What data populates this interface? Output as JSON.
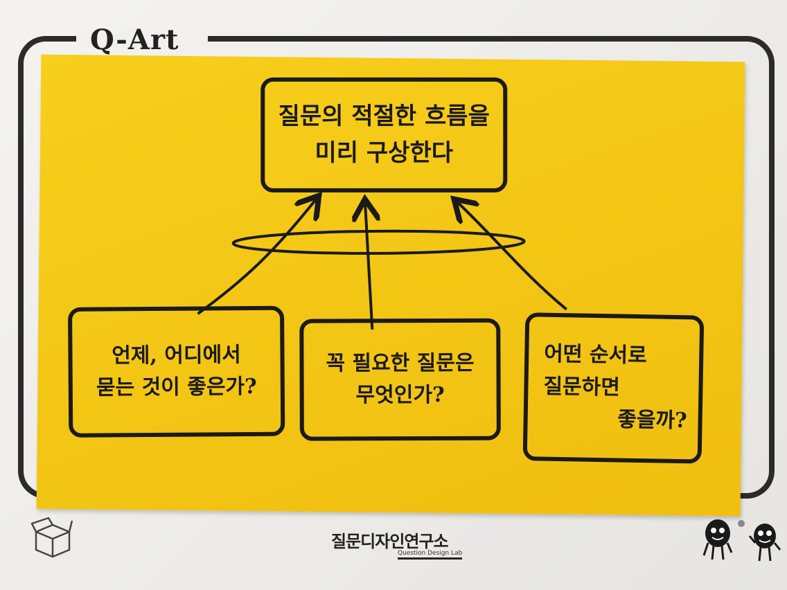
{
  "header": {
    "brand": "Q-Art"
  },
  "note": {
    "main_box": {
      "line1": "질문의 적절한 흐름을",
      "line2": "미리 구상한다"
    },
    "boxes": [
      {
        "line1": "언제, 어디에서",
        "line2": "묻는 것이 좋은가?"
      },
      {
        "line1": "꼭 필요한 질문은",
        "line2": "무엇인가?"
      },
      {
        "line1": "어떤 순서로",
        "line2": "질문하면",
        "line3": "좋을까?"
      }
    ]
  },
  "footer": {
    "lab_name": "질문디자인연구소",
    "lab_subtitle": "Question Design Lab"
  },
  "colors": {
    "note": "#f3c514",
    "ink": "#1a1a1a",
    "frame": "#2b2b2b"
  },
  "icons": [
    "box-sketch-icon",
    "mascot-characters-icon"
  ]
}
